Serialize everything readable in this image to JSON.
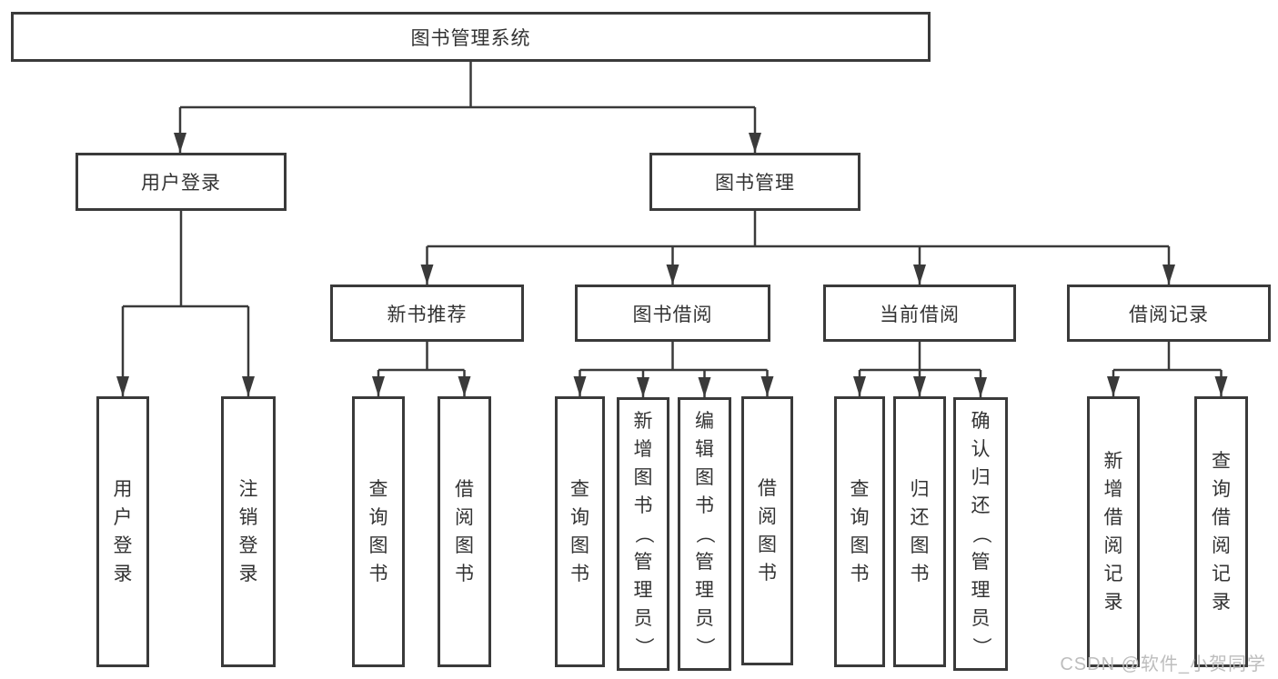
{
  "diagram": {
    "root": {
      "label": "图书管理系统"
    },
    "login": {
      "label": "用户登录",
      "children": [
        {
          "label": "用户登录"
        },
        {
          "label": "注销登录"
        }
      ]
    },
    "mgmt": {
      "label": "图书管理",
      "children": [
        {
          "label": "新书推荐",
          "children": [
            {
              "label": "查询图书"
            },
            {
              "label": "借阅图书"
            }
          ]
        },
        {
          "label": "图书借阅",
          "children": [
            {
              "label": "查询图书"
            },
            {
              "label": "新增图书（管理员）"
            },
            {
              "label": "编辑图书（管理员）"
            },
            {
              "label": "借阅图书"
            }
          ]
        },
        {
          "label": "当前借阅",
          "children": [
            {
              "label": "查询图书"
            },
            {
              "label": "归还图书"
            },
            {
              "label": "确认归还（管理员）"
            }
          ]
        },
        {
          "label": "借阅记录",
          "children": [
            {
              "label": "新增借阅记录"
            },
            {
              "label": "查询借阅记录"
            }
          ]
        }
      ]
    },
    "watermark": "CSDN @软件_小贺同学",
    "colors": {
      "line": "#3a3a3a",
      "box_border": "#3a3a3a",
      "text": "#333333",
      "watermark": "#bdbdbd",
      "background": "#ffffff"
    }
  }
}
